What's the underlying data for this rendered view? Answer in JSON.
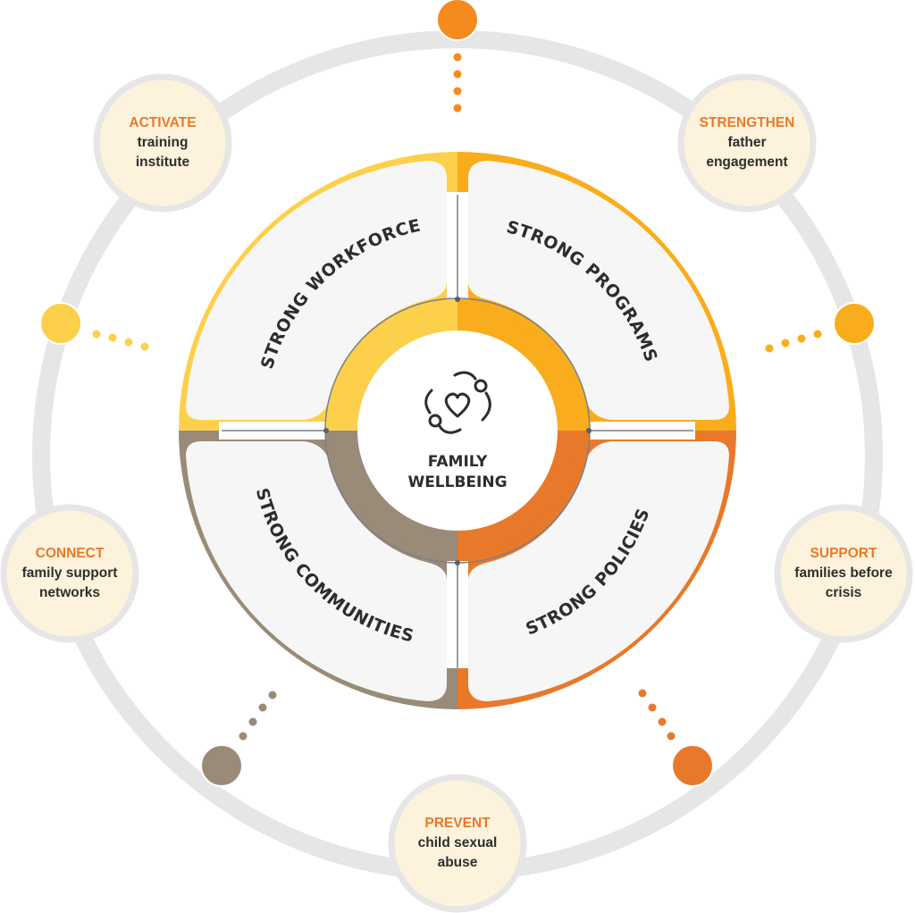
{
  "center": {
    "icon": "hands-heart-icon",
    "label_lines": [
      "FAMILY",
      "WELLBEING"
    ]
  },
  "quadrants": [
    {
      "id": "workforce",
      "label": "STRONG WORKFORCE",
      "color": "#fdd04b"
    },
    {
      "id": "programs",
      "label": "STRONG PROGRAMS",
      "color": "#f9ad1c"
    },
    {
      "id": "policies",
      "label": "STRONG POLICIES",
      "color": "#e8792a"
    },
    {
      "id": "communities",
      "label": "STRONG COMMUNITIES",
      "color": "#9a8b78"
    }
  ],
  "satellites": [
    {
      "id": "activate",
      "title": "ACTIVATE",
      "lines": [
        "training",
        "institute"
      ]
    },
    {
      "id": "strengthen",
      "title": "STRENGTHEN",
      "lines": [
        "father",
        "engagement"
      ]
    },
    {
      "id": "connect",
      "title": "CONNECT",
      "lines": [
        "family support",
        "networks"
      ]
    },
    {
      "id": "support",
      "title": "SUPPORT",
      "lines": [
        "families before",
        "crisis"
      ]
    },
    {
      "id": "prevent",
      "title": "PREVENT",
      "lines": [
        "child sexual",
        "abuse"
      ]
    }
  ],
  "connector_dots": [
    {
      "id": "top",
      "color": "#f58a1f"
    },
    {
      "id": "left",
      "color": "#fdd04b"
    },
    {
      "id": "right",
      "color": "#f9ad1c"
    },
    {
      "id": "bottom-left",
      "color": "#9a8b78"
    },
    {
      "id": "bottom-right",
      "color": "#e8792a"
    }
  ],
  "colors": {
    "outer_ring": "#e6e6e6",
    "satellite_fill": "#fdf3dc",
    "panel_fill": "#f6f6f6",
    "accent_text": "#e8792a",
    "body_text": "#2e2e2e"
  }
}
